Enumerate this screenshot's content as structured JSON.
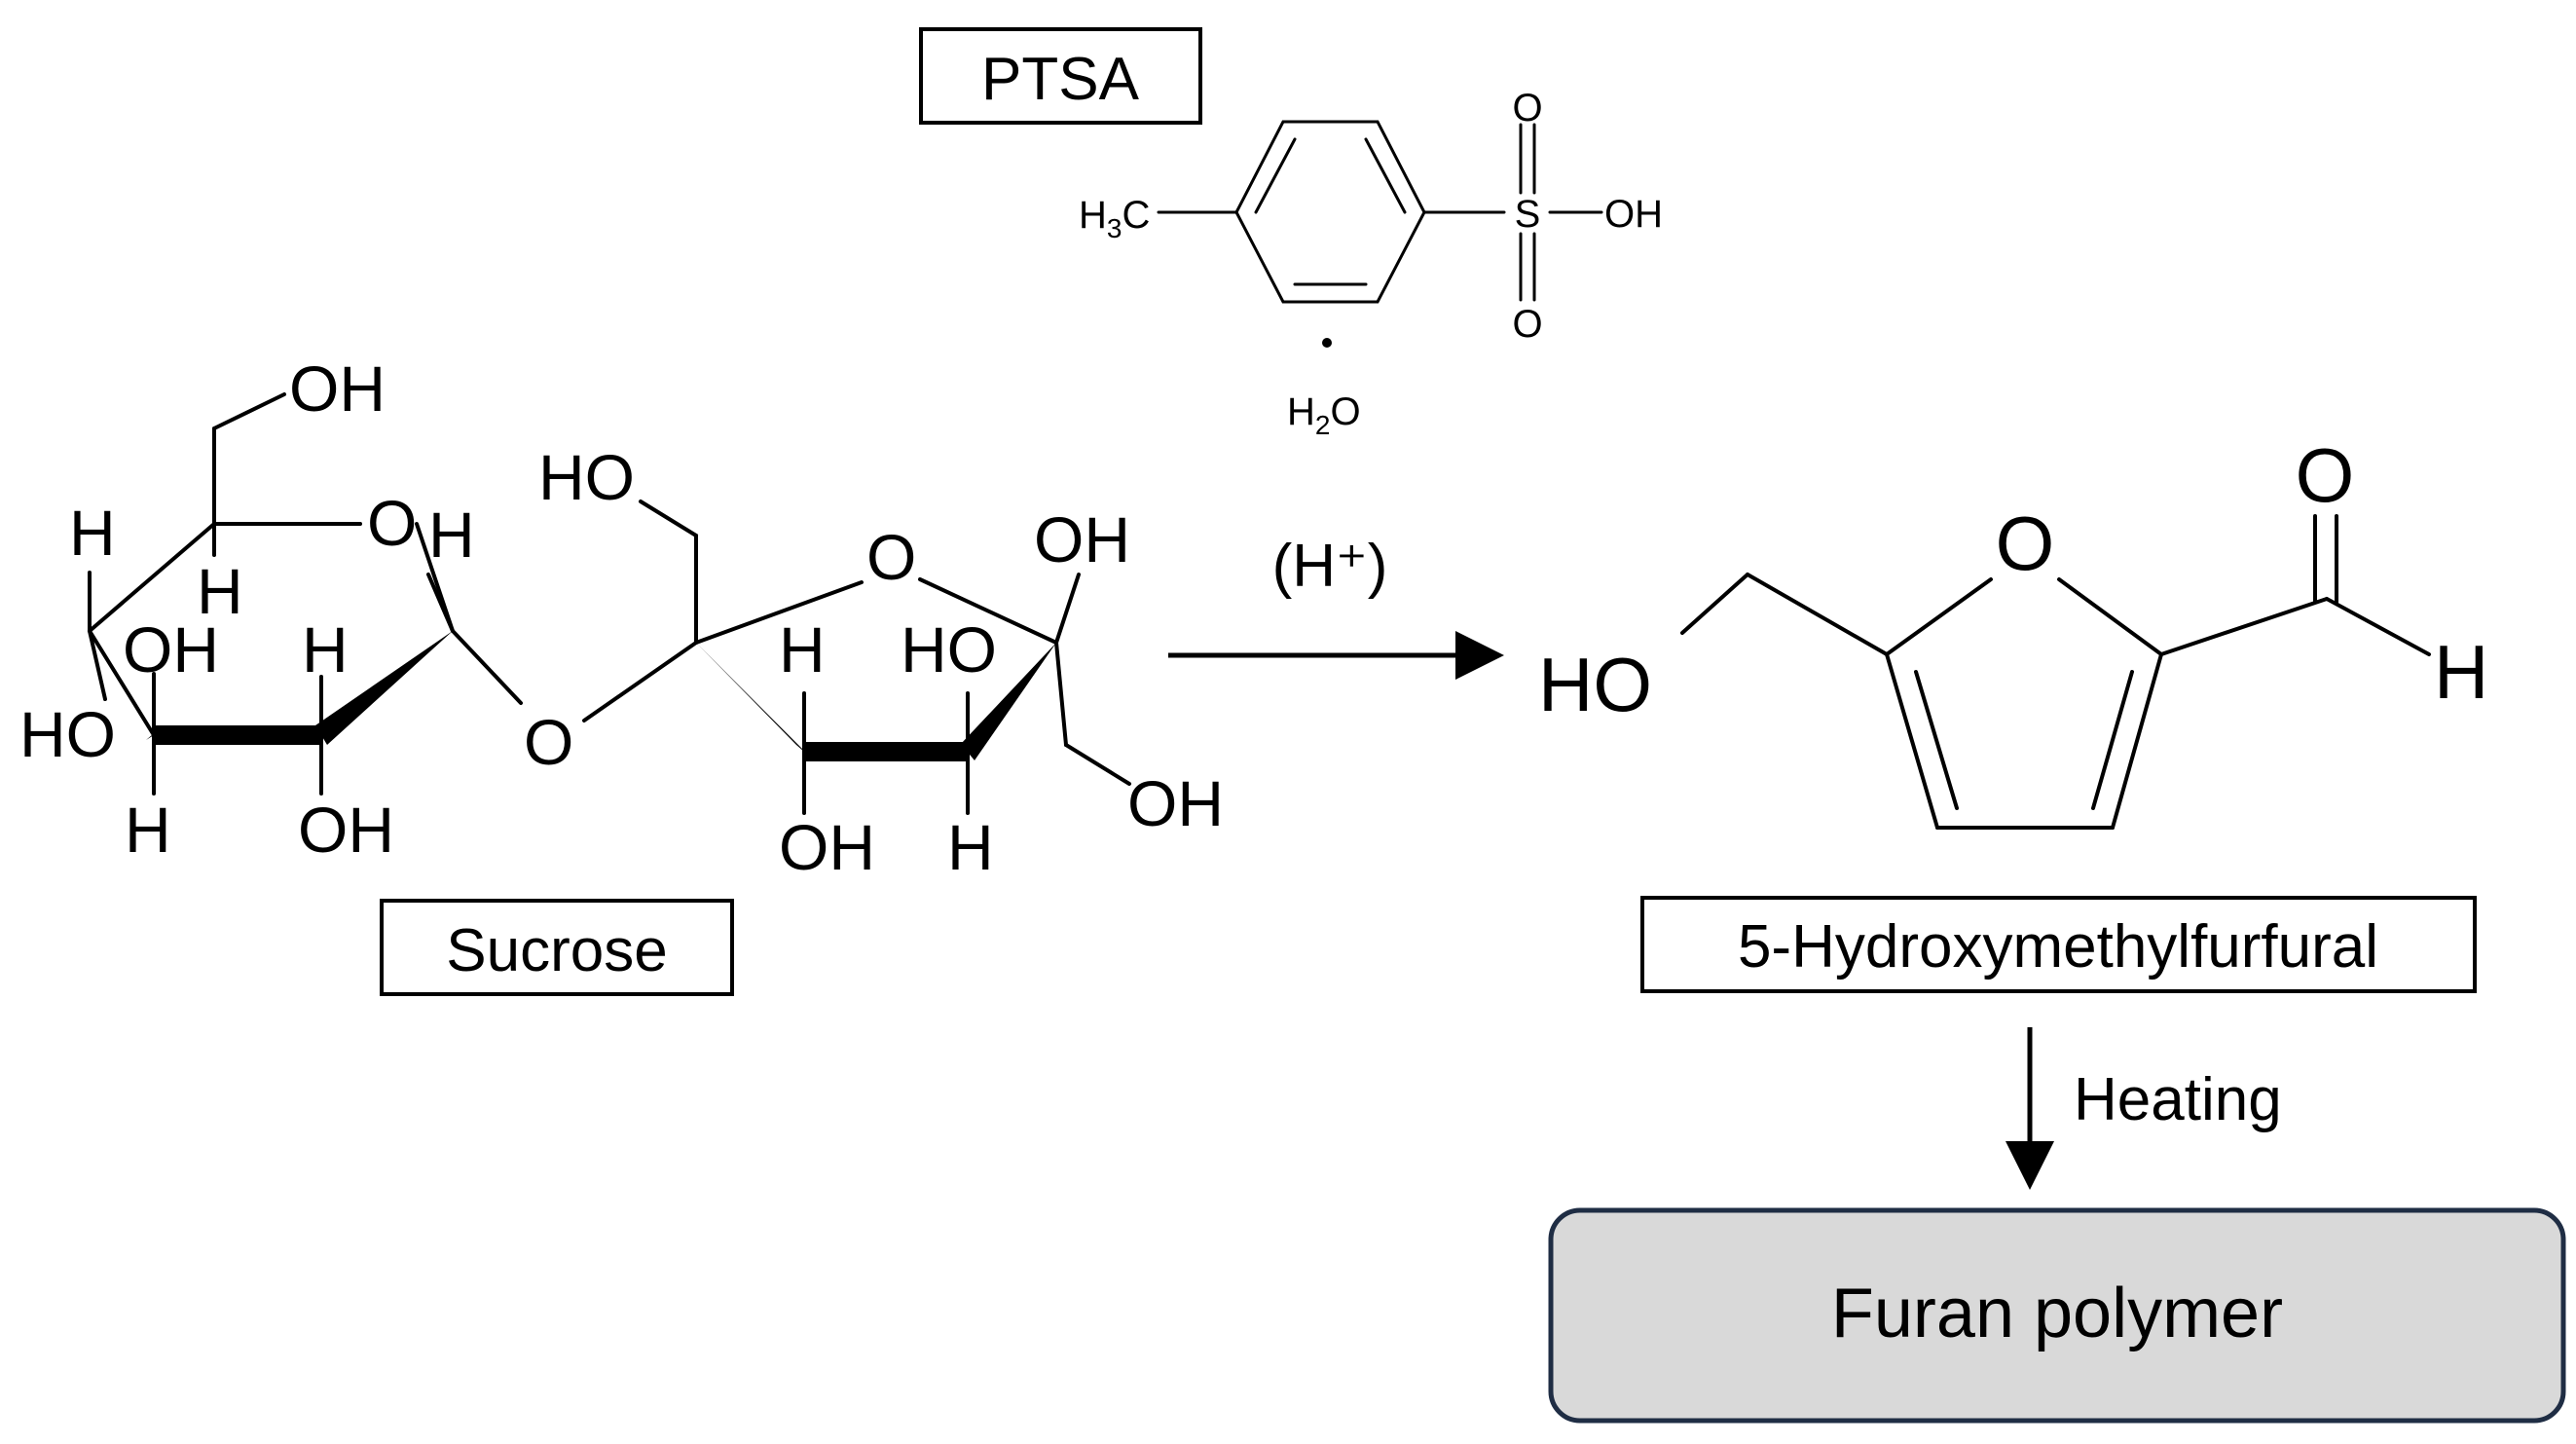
{
  "labels": {
    "catalyst": "PTSA",
    "reactant": "Sucrose",
    "intermediate": "5-Hydroxymethylfurfural",
    "product": "Furan polymer",
    "acid_condition": "(H⁺)",
    "heating_condition": "Heating"
  },
  "ptsa_atoms": {
    "methyl_h": "H",
    "methyl_sub": "3",
    "methyl_c": "C",
    "sulfur": "S",
    "oxo_top": "O",
    "oxo_bottom": "O",
    "hydroxyl": "OH",
    "hydrate_dot": "·",
    "water_h": "H",
    "water_sub": "2",
    "water_o": "O"
  },
  "sucrose_atoms": {
    "glc_c6_oh": "OH",
    "glc_ring_o": "O",
    "glc_c1_h": "H",
    "glc_c4_h": "H",
    "glc_c5_h": "H",
    "glc_c3_oh": "OH",
    "glc_c2_h": "H",
    "glc_c4_ho": "HO",
    "glc_c3_h": "H",
    "glc_c2_oh": "OH",
    "glycosidic_o": "O",
    "fru_c1_ho": "HO",
    "fru_ring_o": "O",
    "fru_c2_oh": "OH",
    "fru_c3_h": "H",
    "fru_c4_ho": "HO",
    "fru_c3_oh": "OH",
    "fru_c4_h": "H",
    "fru_c6_oh": "OH"
  },
  "hmf_atoms": {
    "carbonyl_o": "O",
    "ring_o": "O",
    "hydroxyl_ho": "HO",
    "aldehyde_h": "H"
  },
  "colors": {
    "stroke": "#000000",
    "product_fill": "#d9d9d9",
    "product_border": "#1f2d44"
  }
}
